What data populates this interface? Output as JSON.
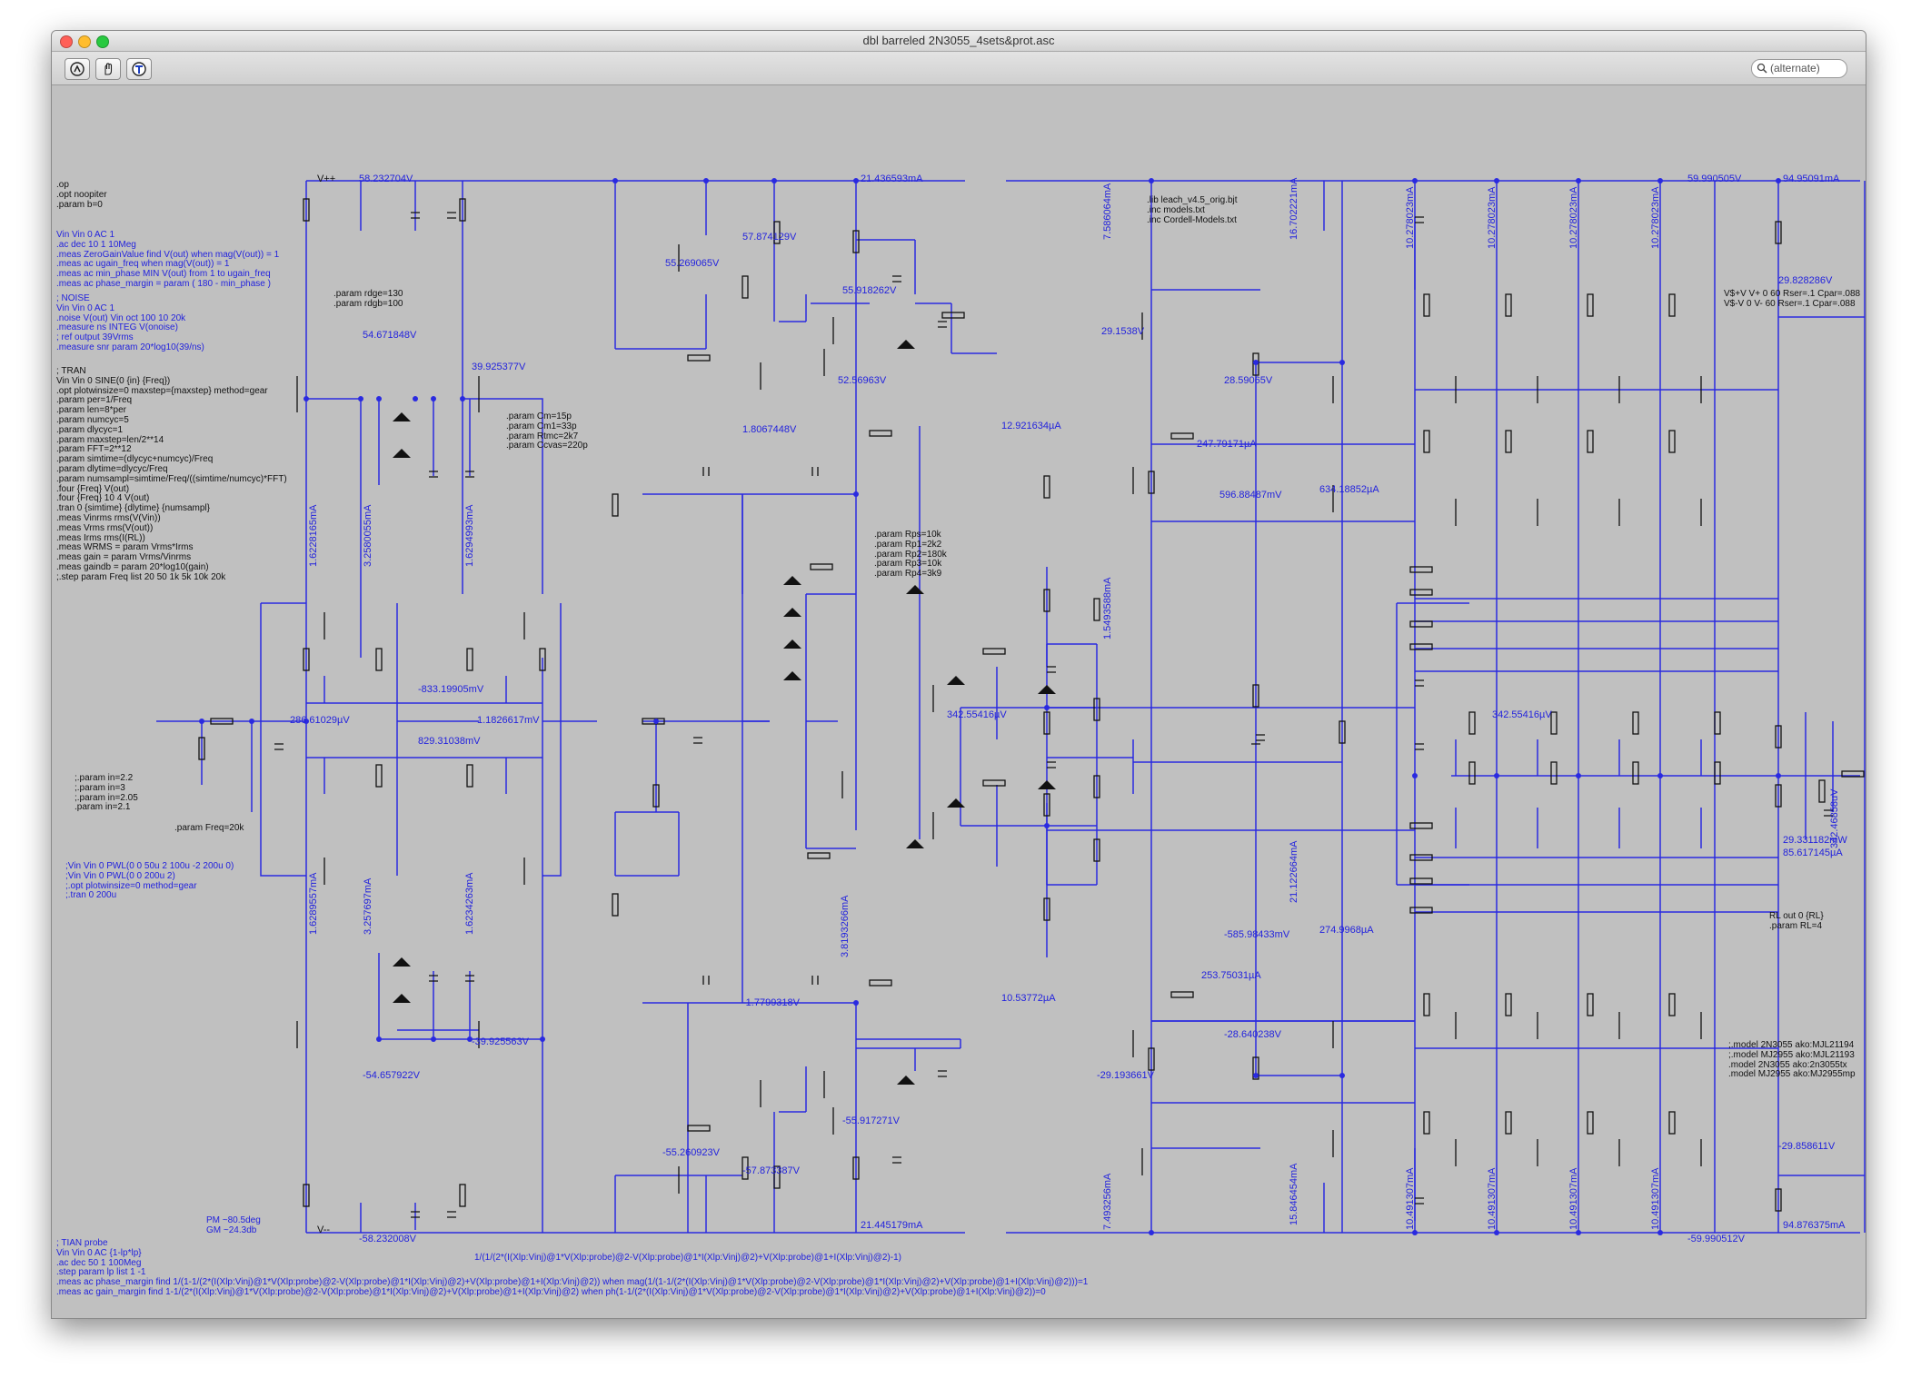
{
  "window": {
    "title": "dbl barreled 2N3055_4sets&prot.asc",
    "search_placeholder": "(alternate)",
    "toolbar": [
      "run-icon",
      "halt-icon",
      "probe-icon"
    ]
  },
  "colors": {
    "wire": "#2a2ae0",
    "canvas": "#c0c0c0",
    "text_blue": "#2222dd",
    "text_black": "#111111"
  },
  "directives": {
    "op_block": ".op\n.opt noopiter\n.param b=0",
    "ac_block": "Vin Vin 0 AC 1\n.ac dec 10 1 10Meg\n.meas ZeroGainValue find V(out) when mag(V(out)) = 1\n.meas ac ugain_freq when mag(V(out)) = 1\n.meas ac min_phase MIN V(out) from 1 to ugain_freq\n.meas ac phase_margin = param ( 180 - min_phase )",
    "noise_block": "; NOISE\nVin Vin 0 AC 1\n.noise V(out) Vin oct 100 10 20k\n.measure ns INTEG V(onoise)\n; ref output 39Vrms\n.measure snr param 20*log10(39/ns)",
    "tran_block": "; TRAN\nVin Vin 0 SINE(0 {in} {Freq})\n.opt plotwinsize=0 maxstep={maxstep} method=gear\n.param per=1/Freq\n.param len=8*per\n.param numcyc=5\n.param dlycyc=1\n.param maxstep=len/2**14\n.param FFT=2**12\n.param simtime=(dlycyc+numcyc)/Freq\n.param dlytime=dlycyc/Freq\n.param numsampl=simtime/Freq/((simtime/numcyc)*FFT)\n.four {Freq} V(out)\n.four {Freq} 10 4 V(out)\n.tran 0 {simtime} {dlytime} {numsampl}\n.meas Vinrms rms(V(Vin))\n.meas Vrms rms(V(out))\n.meas Irms rms(I(RL))\n.meas WRMS = param Vrms*Irms\n.meas gain = param Vrms/Vinrms\n.meas gaindb = param 20*log10(gain)\n;.step param Freq list 20 50 1k 5k 10k 20k",
    "param_in": ";.param in=2.2\n;.param in=3\n;.param in=2.05\n.param in=2.1",
    "param_freq": ".param Freq=20k",
    "pwl_block": ";Vin Vin 0 PWL(0 0 50u 2 100u -2 200u 0)\n;Vin Vin 0 PWL(0 0 200u 2)\n;.opt plotwinsize=0 method=gear\n;.tran 0 200u",
    "tian_block": "; TIAN probe\nVin Vin 0 AC {1-lp*lp}\n.ac dec 50 1 100Meg\n.step param lp list 1 -1\n.meas ac phase_margin find 1/(1-1/(2*(I(Xlp:Vinj)@1*V(Xlp:probe)@2-V(Xlp:probe)@1*I(Xlp:Vinj)@2)+V(Xlp:probe)@1+I(Xlp:Vinj)@2)) when mag(1/(1-1/(2*(I(Xlp:Vinj)@1*V(Xlp:probe)@2-V(Xlp:probe)@1*I(Xlp:Vinj)@2)+V(Xlp:probe)@1+I(Xlp:Vinj)@2)))=1\n.meas ac gain_margin find 1-1/(2*(I(Xlp:Vinj)@1*V(Xlp:probe)@2-V(Xlp:probe)@1*I(Xlp:Vinj)@2)+V(Xlp:probe)@1+I(Xlp:Vinj)@2) when ph(1-1/(2*(I(Xlp:Vinj)@1*V(Xlp:probe)@2-V(Xlp:probe)@1*I(Xlp:Vinj)@2)+V(Xlp:probe)@1+I(Xlp:Vinj)@2))=0",
    "loopgain_expr": "1/(1/(2*(I(Xlp:Vinj)@1*V(Xlp:probe)@2-V(Xlp:probe)@1*I(Xlp:Vinj)@2)+V(Xlp:probe)@1+I(Xlp:Vinj)@2)-1)",
    "pm_gm": "PM ~80.5deg\nGM ~24.3db",
    "param_rdge": ".param rdge=130\n.param rdgb=100",
    "param_cm": ".param Cm=15p\n.param Cm1=33p\n.param Rtmc=2k7\n.param Ccvas=220p",
    "param_rps": ".param Rps=10k\n.param Rp1=2k2\n.param Rp2=180k\n.param Rp3=10k\n.param Rp4=3k9",
    "lib_block": ".lib leach_v4.5_orig.bjt\n.inc models.txt\n.inc Cordell-Models.txt",
    "supply_block": "V$+V V+ 0 60 Rser=.1 Cpar=.088\nV$-V 0 V- 60 Rser=.1 Cpar=.088",
    "model_block": ";.model 2N3055 ako:MJL21194\n;.model MJ2955 ako:MJL21193\n.model 2N3055 ako:2n3055tx\n.model MJ2955 ako:MJ2955mp",
    "rl_block": "RL out 0 {RL}\n.param RL=4"
  },
  "readouts": {
    "v_58_23": "58.232704V",
    "i_21_43": "21.436593mA",
    "v_59_99": "59.990505V",
    "i_94_95": "94.95091mA",
    "v_57_87": "57.874129V",
    "v_55_26": "55.269065V",
    "v_55_91": "55.918262V",
    "v_54_67": "54.671848V",
    "v_39_92": "39.925377V",
    "v_52_56": "52.56963V",
    "v_1_80": "1.8067448V",
    "i_12_92": "12.921634µA",
    "v_29_15": "29.1538V",
    "v_28_59": "28.59065V",
    "i_247_79": "247.79171µA",
    "mv_596_88": "596.88487mV",
    "i_634_18": "634.18852µA",
    "v_29_82": "29.828286V",
    "mv_833_19": "-833.19905mV",
    "i_286_61": "286.61029µV",
    "mv_829_31": "829.31038mV",
    "v_1_18": "1.1826617mV",
    "i_342_55": "342.55416µV",
    "i_342_55b": "342.55416µV",
    "mv_585_98": "-585.98433mV",
    "i_274_99": "274.9968µA",
    "i_10_53": "10.53772µA",
    "i_253_75": "253.75031µA",
    "v_28_64": "-28.640238V",
    "v_29_19": "-29.193661V",
    "v_1_77": "-1.7799318V",
    "v_39_92b": "-39.925563V",
    "v_54_65": "-54.657922V",
    "v_55_26b": "-55.260923V",
    "v_57_87b": "-57.873387V",
    "v_55_91b": "-55.917271V",
    "i_21_44": "21.445179mA",
    "v_58_23b": "-58.232008V",
    "v_59_99b": "-59.990512V",
    "i_94_87": "94.876375mA",
    "v_29_85": "-29.858611V",
    "pwr_29": "29.331182mW",
    "i_85_61": "85.617145µA",
    "vert_1_62": "1.6228165mA",
    "vert_3_25": "3.2580055mA",
    "vert_1_62b": "1.6294993mA",
    "vert_1_62c": "1.6289557mA",
    "vert_3_25b": "3.257697mA",
    "vert_1_62d": "1.6234263mA",
    "vert_7_56": "7.586064mA",
    "vert_16_70": "16.702221mA",
    "vert_10_27": "10.278023mA",
    "vert_1_54": "1.5493588mA",
    "vert_3_81": "3.8193266mA",
    "vert_21_12": "21.122664mA",
    "vert_15_84": "15.846454mA",
    "vert_10_49": "10.491307mA",
    "vert_7_49": "7.493256mA",
    "vert_342_46": "342.46858uV"
  },
  "power_supply": {
    "vpos": "V+",
    "vneg": "V-",
    "vpp": "V++",
    "vmm": "V--"
  }
}
